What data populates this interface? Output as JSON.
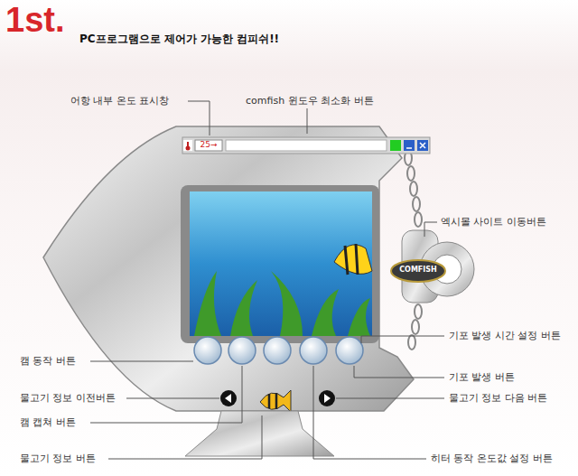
{
  "diagram": {
    "title": "PC프로그램으로 제어가 가능한 컴피쉬!!",
    "labels": [
      "1st.",
      "어항 내부 온도 표시창",
      "comfish 윈도우 최소화 버튼",
      "엑시몰 사이트 이동버튼",
      "기포 발생 시간 설정 버튼",
      "기포 발생 버튼",
      "물고기 정보 다음 버튼",
      "히터 동작 온도값 설정 버튼",
      "캠 동작 버튼",
      "물고기 정보 이전버튼",
      "캠 캡쳐 버튼",
      "물고기 정보 버튼",
      "25→",
      "COMFISH"
    ]
  }
}
